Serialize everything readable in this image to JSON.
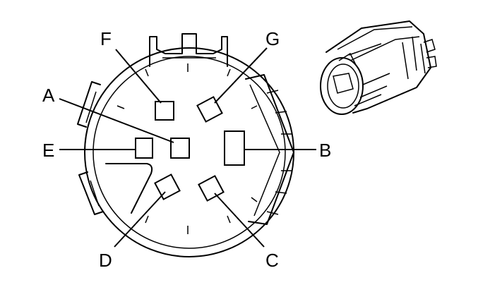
{
  "pins": {
    "A": "A",
    "B": "B",
    "C": "C",
    "D": "D",
    "E": "E",
    "F": "F",
    "G": "G"
  }
}
